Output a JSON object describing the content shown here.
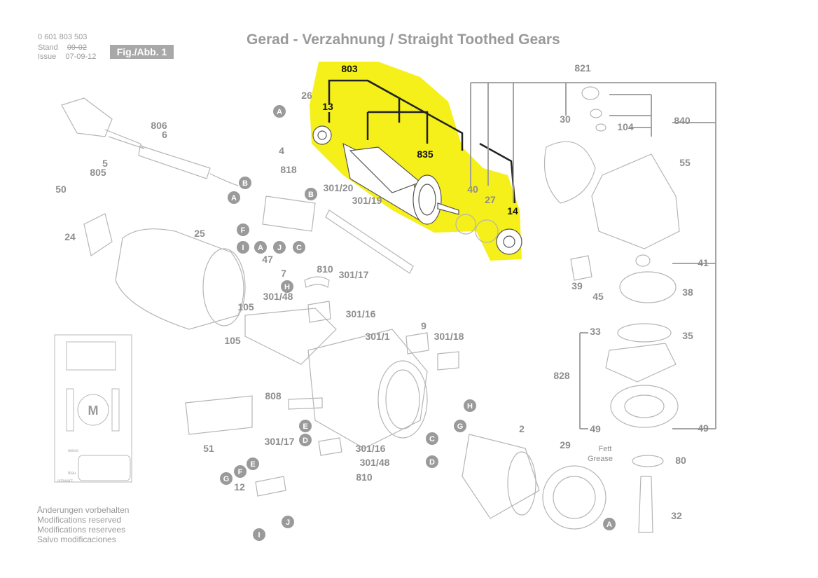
{
  "header": {
    "doc_number": "0 601 803 503",
    "stand_label": "Stand",
    "stand_date": "09-02",
    "issue_label": "Issue",
    "issue_date": "07-09-12",
    "figure_label": "Fig./Abb. 1",
    "title": "Gerad - Verzahnung / Straight Toothed Gears"
  },
  "notes": [
    "Änderungen vorbehalten",
    "Modifications reserved",
    "Modifications reservees",
    "Salvo modificaciones"
  ],
  "highlight": {
    "color": "#f5ef1a",
    "parts": [
      "803",
      "13",
      "835",
      "14"
    ]
  },
  "part_labels": [
    {
      "id": "803",
      "text": "803",
      "hl": true
    },
    {
      "id": "13",
      "text": "13",
      "hl": true
    },
    {
      "id": "835",
      "text": "835",
      "hl": true
    },
    {
      "id": "14",
      "text": "14",
      "hl": true
    },
    {
      "id": "26",
      "text": "26"
    },
    {
      "id": "806",
      "text": "806"
    },
    {
      "id": "6",
      "text": "6"
    },
    {
      "id": "5",
      "text": "5"
    },
    {
      "id": "805",
      "text": "805"
    },
    {
      "id": "50",
      "text": "50"
    },
    {
      "id": "24",
      "text": "24"
    },
    {
      "id": "4",
      "text": "4"
    },
    {
      "id": "818",
      "text": "818"
    },
    {
      "id": "301-20",
      "text": "301/20"
    },
    {
      "id": "301-19",
      "text": "301/19"
    },
    {
      "id": "25",
      "text": "25"
    },
    {
      "id": "47",
      "text": "47"
    },
    {
      "id": "7",
      "text": "7"
    },
    {
      "id": "810a",
      "text": "810"
    },
    {
      "id": "301-17a",
      "text": "301/17"
    },
    {
      "id": "301-48a",
      "text": "301/48"
    },
    {
      "id": "301-16a",
      "text": "301/16"
    },
    {
      "id": "105a",
      "text": "105"
    },
    {
      "id": "105b",
      "text": "105"
    },
    {
      "id": "301-1",
      "text": "301/1"
    },
    {
      "id": "9",
      "text": "9"
    },
    {
      "id": "301-18",
      "text": "301/18"
    },
    {
      "id": "808",
      "text": "808"
    },
    {
      "id": "51",
      "text": "51"
    },
    {
      "id": "301-17b",
      "text": "301/17"
    },
    {
      "id": "301-16b",
      "text": "301/16"
    },
    {
      "id": "301-48b",
      "text": "301/48"
    },
    {
      "id": "810b",
      "text": "810"
    },
    {
      "id": "12",
      "text": "12"
    },
    {
      "id": "2",
      "text": "2"
    },
    {
      "id": "29",
      "text": "29"
    },
    {
      "id": "40",
      "text": "40"
    },
    {
      "id": "27",
      "text": "27"
    },
    {
      "id": "821",
      "text": "821"
    },
    {
      "id": "30",
      "text": "30"
    },
    {
      "id": "104",
      "text": "104"
    },
    {
      "id": "840",
      "text": "840"
    },
    {
      "id": "55",
      "text": "55"
    },
    {
      "id": "41",
      "text": "41"
    },
    {
      "id": "39",
      "text": "39"
    },
    {
      "id": "45",
      "text": "45"
    },
    {
      "id": "38",
      "text": "38"
    },
    {
      "id": "33",
      "text": "33"
    },
    {
      "id": "35",
      "text": "35"
    },
    {
      "id": "828",
      "text": "828"
    },
    {
      "id": "49a",
      "text": "49"
    },
    {
      "id": "49b",
      "text": "49"
    },
    {
      "id": "80",
      "text": "80"
    },
    {
      "id": "32",
      "text": "32"
    },
    {
      "id": "fett",
      "text": "Fett"
    },
    {
      "id": "grease",
      "text": "Grease"
    }
  ],
  "connector_letters": [
    "A",
    "B",
    "C",
    "D",
    "E",
    "F",
    "G",
    "H",
    "I",
    "J"
  ],
  "motor_symbol": "M",
  "schematic_text": [
    "weiss",
    "blau",
    "schwarz"
  ]
}
